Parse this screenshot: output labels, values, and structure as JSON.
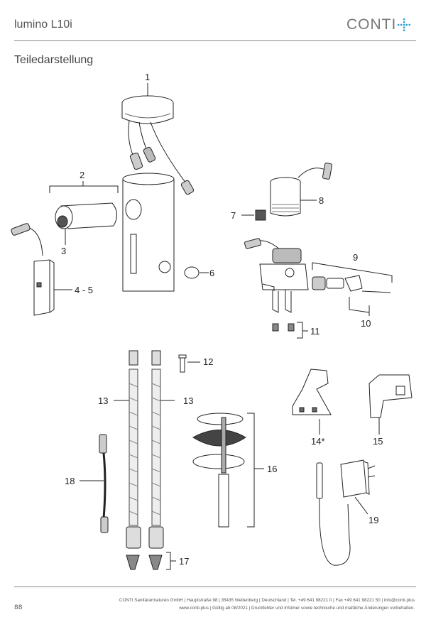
{
  "header": {
    "product_name": "lumino L10i",
    "brand": "CONTI",
    "brand_accent_color": "#2a9fd8"
  },
  "section_title": "Teiledarstellung",
  "callouts": {
    "c1": "1",
    "c2": "2",
    "c3": "3",
    "c45": "4 - 5",
    "c6": "6",
    "c7": "7",
    "c8": "8",
    "c9": "9",
    "c10": "10",
    "c11": "11",
    "c12": "12",
    "c13a": "13",
    "c13b": "13",
    "c14": "14*",
    "c15": "15",
    "c16": "16",
    "c17": "17",
    "c18": "18",
    "c19": "19"
  },
  "footer": {
    "page_number": "88",
    "line1": "CONTI Sanitärarmaturen GmbH | Hauptstraße 98 | 35435 Wettenberg | Deutschland | Tel. +49 641 98221 0 | Fax +49 641 98221 50 | info@conti.plus",
    "line2": "www.conti.plus | Gültig ab 08/2021 | Druckfehler und Irrtümer sowie technische und maßliche Änderungen vorbehalten."
  }
}
